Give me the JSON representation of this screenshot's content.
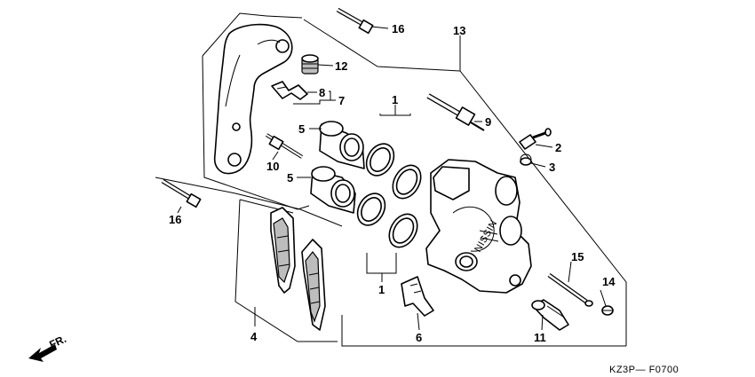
{
  "diagram": {
    "code": "KZ3P— F0700",
    "direction_label": "FR."
  },
  "callouts": [
    {
      "id": "c16a",
      "text": "16"
    },
    {
      "id": "c13",
      "text": "13"
    },
    {
      "id": "c12",
      "text": "12"
    },
    {
      "id": "c8",
      "text": "8"
    },
    {
      "id": "c7",
      "text": "7"
    },
    {
      "id": "c1a",
      "text": "1"
    },
    {
      "id": "c9",
      "text": "9"
    },
    {
      "id": "c5a",
      "text": "5"
    },
    {
      "id": "c2",
      "text": "2"
    },
    {
      "id": "c3",
      "text": "3"
    },
    {
      "id": "c10",
      "text": "10"
    },
    {
      "id": "c5b",
      "text": "5"
    },
    {
      "id": "c16b",
      "text": "16"
    },
    {
      "id": "c15",
      "text": "15"
    },
    {
      "id": "c14",
      "text": "14"
    },
    {
      "id": "c1b",
      "text": "1"
    },
    {
      "id": "c4",
      "text": "4"
    },
    {
      "id": "c6",
      "text": "6"
    },
    {
      "id": "c11",
      "text": "11"
    }
  ],
  "colors": {
    "line": "#000000",
    "background": "#ffffff",
    "shade": "#bdbdbd"
  }
}
